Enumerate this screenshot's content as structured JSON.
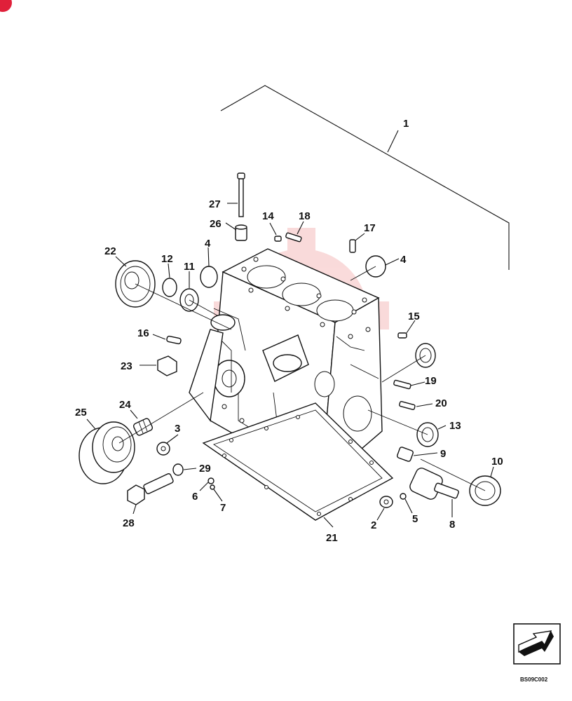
{
  "callouts": {
    "c1": "1",
    "c2": "2",
    "c3": "3",
    "c4a": "4",
    "c4b": "4",
    "c5": "5",
    "c6": "6",
    "c7": "7",
    "c8": "8",
    "c9": "9",
    "c10": "10",
    "c11": "11",
    "c12": "12",
    "c13": "13",
    "c14": "14",
    "c15": "15",
    "c16": "16",
    "c17": "17",
    "c18": "18",
    "c19": "19",
    "c20": "20",
    "c21": "21",
    "c22": "22",
    "c23": "23",
    "c24": "24",
    "c25": "25",
    "c26": "26",
    "c27": "27",
    "c28": "28",
    "c29": "29"
  },
  "nav_icon": {
    "name": "next-page-arrow-icon",
    "code": "BS09C002"
  },
  "watermark": {
    "name": "gear-watermark-icon",
    "color": "#e23a3a"
  },
  "corner_badge": {
    "name": "corner-badge-icon",
    "color": "#e0203a"
  }
}
